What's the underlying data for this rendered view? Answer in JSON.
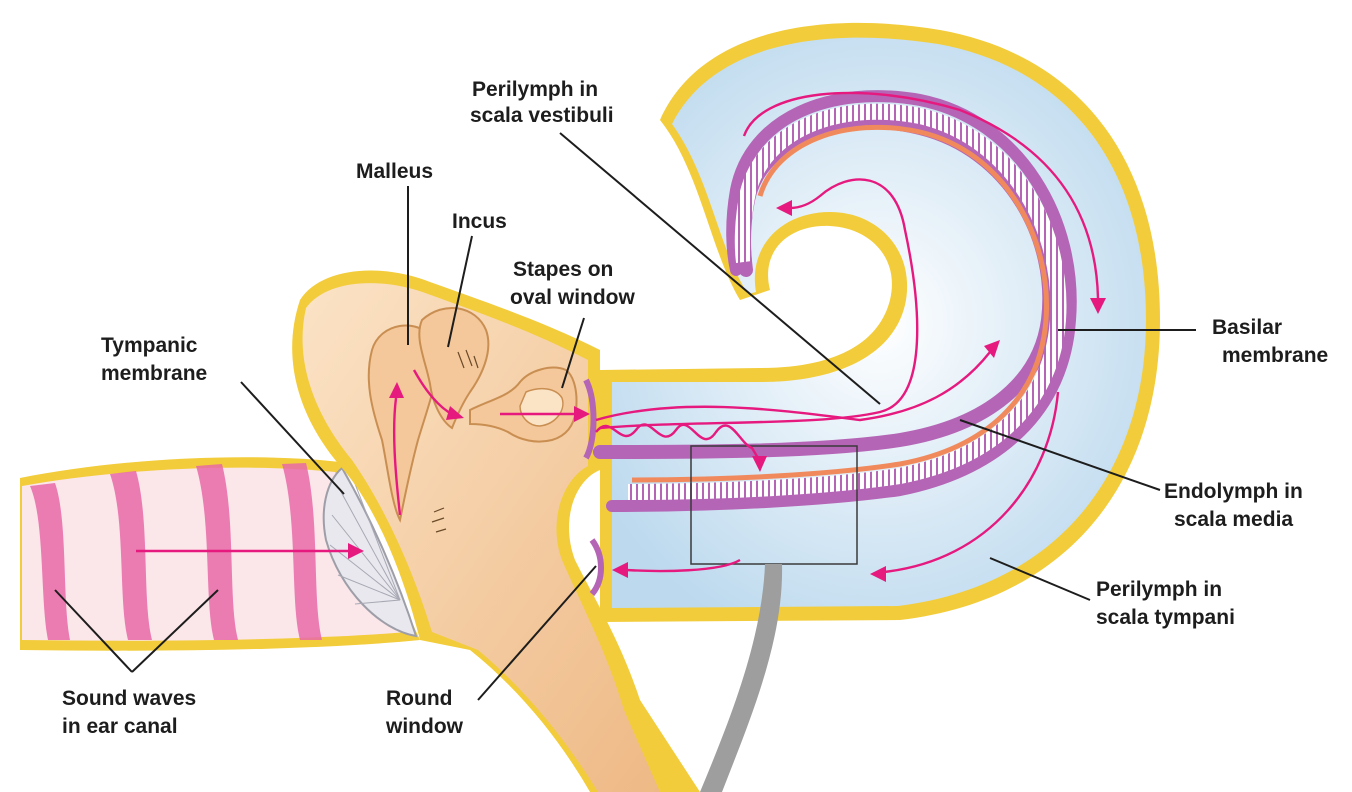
{
  "colors": {
    "bone_outline": "#f2cc3a",
    "bone_fill": "#f7d9b0",
    "ossicle_fill": "#f4c89a",
    "fluid": "#cfe4f3",
    "membrane": "#b565b5",
    "basilar_orange": "#f08a5d",
    "wave_pink": "#e86aa8",
    "arrow_pink": "#e6197f",
    "inset_gray": "#9e9e9e"
  },
  "labels": {
    "perilymph_vestibuli": [
      "Perilymph in",
      "scala vestibuli"
    ],
    "malleus": [
      "Malleus"
    ],
    "incus": [
      "Incus"
    ],
    "stapes": [
      "Stapes on",
      "oval window"
    ],
    "tympanic": [
      "Tympanic",
      "membrane"
    ],
    "basilar": [
      "Basilar",
      "membrane"
    ],
    "endolymph": [
      "Endolymph in",
      "scala media"
    ],
    "perilymph_tympani": [
      "Perilymph in",
      "scala tympani"
    ],
    "sound_waves": [
      "Sound waves",
      "in ear canal"
    ],
    "round_window": [
      "Round",
      "window"
    ]
  }
}
